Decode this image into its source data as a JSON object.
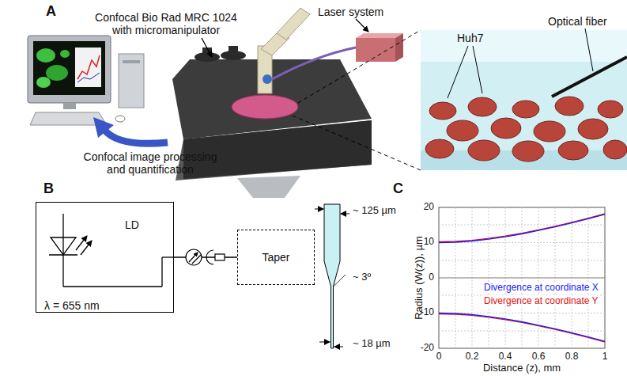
{
  "diagram": {
    "nodes": [
      {
        "text": [
          "LD",
          "λ = 655 nm"
        ]
      },
      {
        "text": [
          "Taper"
        ]
      }
    ],
    "edges": [
      {
        "from": 0,
        "to": 1,
        "arrow": "none"
      }
    ],
    "labels": [
      "A",
      "Confocal Bio Rad MRC 1024 with micromanipulator",
      "Laser system",
      "Huh7",
      "Optical fiber",
      "Confocal image processing and quantification",
      "B",
      "~ 125 µm",
      "~ 3º",
      "~ 18 µm",
      "C",
      "Radius (W(z)), µm",
      "20",
      "10",
      "0",
      "-10",
      "-20",
      "0",
      "0.2",
      "0.4",
      "0.6",
      "0.8",
      "1",
      "Distance (z), mm"
    ],
    "legend": [
      {
        "text": "Divergence at coordinate X",
        "color": "#1a1aff"
      },
      {
        "text": "Divergence at coordinate Y",
        "color": "#e01010"
      }
    ]
  }
}
